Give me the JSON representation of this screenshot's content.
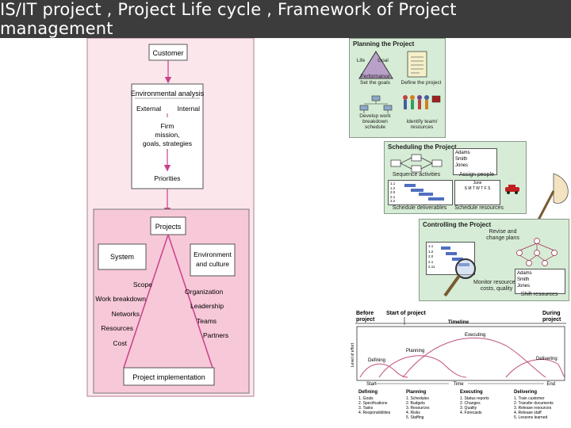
{
  "header": {
    "title": "IS/IT project , Project Life cycle , Framework of Project management"
  },
  "framework": {
    "customer": "Customer",
    "env_analysis": "Environmental analysis",
    "external": "External",
    "internal": "Internal",
    "firm_line1": "Firm",
    "firm_line2": "mission,",
    "firm_line3": "goals, strategies",
    "priorities": "Priorities",
    "projects": "Projects",
    "system": "System",
    "env_culture_line1": "Environment",
    "env_culture_line2": "and culture",
    "left_items": [
      "Scope",
      "Work breakdown",
      "Networks",
      "Resources",
      "Cost"
    ],
    "right_items": [
      "Organization",
      "Leadership",
      "Teams",
      "Partners"
    ],
    "implementation": "Project implementation"
  },
  "planning": {
    "title": "Planning the Project",
    "tri_left": "Life",
    "tri_right": "Goal",
    "tri_bottom": "Performance",
    "set_goals": "Set the goals",
    "define": "Define the project",
    "develop_line1": "Develop work",
    "develop_line2": "breakdown",
    "develop_line3": "schedule",
    "identify_line1": "Identify team/",
    "identify_line2": "resources"
  },
  "scheduling": {
    "title": "Scheduling the Project",
    "names": [
      "Adams",
      "Smith",
      "Jones"
    ],
    "sequence": "Sequence activities",
    "assign": "Assign people",
    "schedule_deliverables": "Schedule deliverables",
    "schedule_resources": "Schedule resources",
    "codes": [
      "1.1",
      "1.2",
      "2.0",
      "2.1",
      "2.2"
    ],
    "month": "June",
    "days": "S M T W T F S"
  },
  "controlling": {
    "title": "Controlling the Project",
    "revise_line1": "Revise and",
    "revise_line2": "change plans",
    "monitor_line1": "Monitor resources,",
    "monitor_line2": "costs, quality",
    "shift": "Shift resources",
    "names": [
      "Adams",
      "Smith",
      "Jones"
    ],
    "codes": [
      "1.1",
      "1.2",
      "2.0",
      "2.1",
      "2.11"
    ]
  },
  "lifecycle": {
    "before_line1": "Before",
    "before_line2": "project",
    "start_of_project": "Start of project",
    "during_line1": "During",
    "during_line2": "project",
    "timeline": "Timeline",
    "y_label": "Level of effort",
    "x_start": "Start",
    "x_time": "Time",
    "x_end": "End",
    "phases": [
      "Defining",
      "Planning",
      "Executing",
      "Delivering"
    ],
    "columns": [
      {
        "title": "Defining",
        "items": [
          "1. Goals",
          "2. Specifications",
          "3. Tasks",
          "4. Responsibilities"
        ]
      },
      {
        "title": "Planning",
        "items": [
          "1. Schedules",
          "2. Budgets",
          "3. Resources",
          "4. Risks",
          "5. Staffing"
        ]
      },
      {
        "title": "Executing",
        "items": [
          "1. Status reports",
          "2. Changes",
          "3. Quality",
          "4. Forecasts"
        ]
      },
      {
        "title": "Delivering",
        "items": [
          "1. Train customer",
          "2. Transfer documents",
          "3. Release resources",
          "4. Release staff",
          "5. Lessons learned"
        ]
      }
    ]
  }
}
